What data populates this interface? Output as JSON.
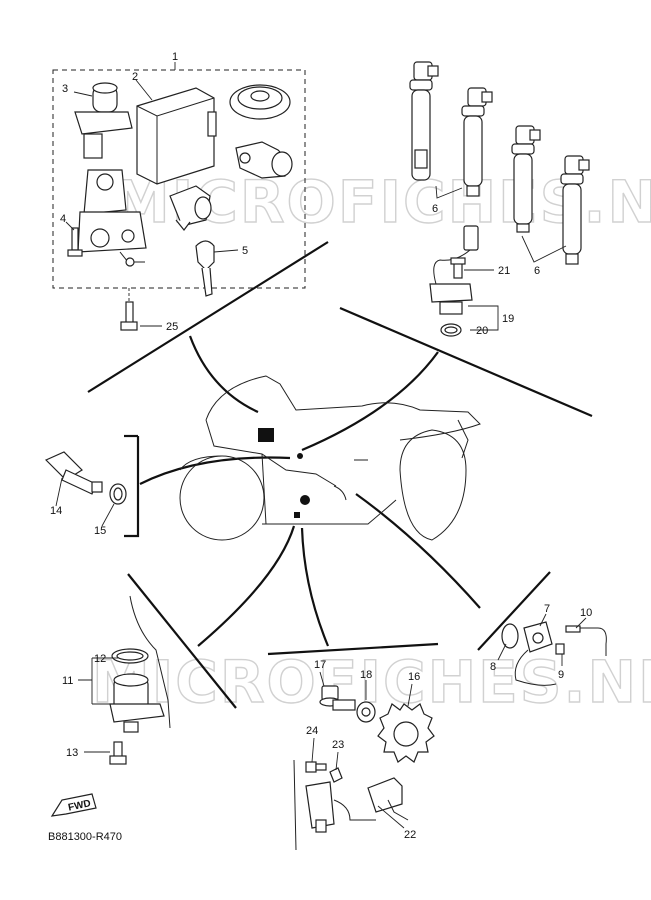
{
  "callouts": [
    {
      "id": "1",
      "text": "1"
    },
    {
      "id": "2",
      "text": "2"
    },
    {
      "id": "3",
      "text": "3"
    },
    {
      "id": "4",
      "text": "4"
    },
    {
      "id": "5",
      "text": "5"
    },
    {
      "id": "6a",
      "text": "6"
    },
    {
      "id": "6b",
      "text": "6"
    },
    {
      "id": "7",
      "text": "7"
    },
    {
      "id": "8",
      "text": "8"
    },
    {
      "id": "9",
      "text": "9"
    },
    {
      "id": "10",
      "text": "10"
    },
    {
      "id": "11",
      "text": "11"
    },
    {
      "id": "12",
      "text": "12"
    },
    {
      "id": "13",
      "text": "13"
    },
    {
      "id": "14",
      "text": "14"
    },
    {
      "id": "15",
      "text": "15"
    },
    {
      "id": "16",
      "text": "16"
    },
    {
      "id": "17",
      "text": "17"
    },
    {
      "id": "18",
      "text": "18"
    },
    {
      "id": "19",
      "text": "19"
    },
    {
      "id": "20",
      "text": "20"
    },
    {
      "id": "21",
      "text": "21"
    },
    {
      "id": "22",
      "text": "22"
    },
    {
      "id": "23",
      "text": "23"
    },
    {
      "id": "24",
      "text": "24"
    },
    {
      "id": "25",
      "text": "25"
    }
  ],
  "watermark": {
    "text": "MICROFICHES.NET"
  },
  "fwd_badge": {
    "text": "FWD"
  },
  "diagram_code": {
    "text": "B881300-R470"
  }
}
